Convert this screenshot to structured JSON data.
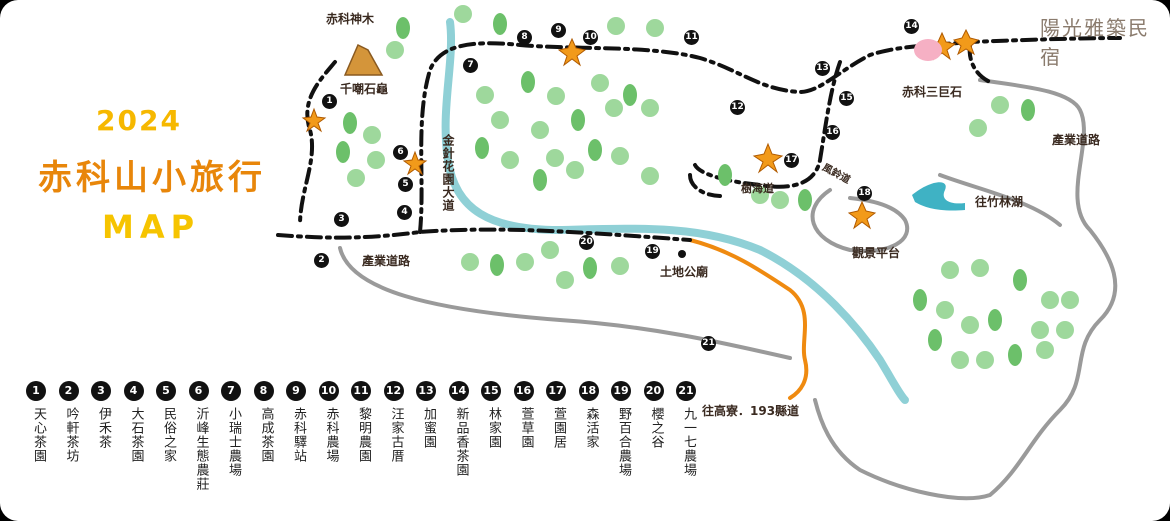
{
  "title": {
    "year": "2024",
    "main": "赤科山小旅行",
    "map": "MAP"
  },
  "brand": "陽光雅築民宿",
  "places": {
    "chike_shenmu": "赤科神木",
    "qianchao_shigui": "千嘲石龜",
    "jinzhen_avenue": "金針花園大道",
    "industry_road_1": "產業道路",
    "industry_road_2": "產業道路",
    "shuhai_trail": "樹海道",
    "fengling_trail": "風鈴道",
    "guanjing_platform": "觀景平台",
    "chike_sanjushi": "赤科三巨石",
    "to_zhulin_lake": "往竹林湖",
    "tudigong_temple": "土地公廟",
    "to_gaoliao": "往高寮．193縣道"
  },
  "legend": [
    {
      "n": "1",
      "name": "天心茶園"
    },
    {
      "n": "2",
      "name": "吟軒茶坊"
    },
    {
      "n": "3",
      "name": "伊禾茶"
    },
    {
      "n": "4",
      "name": "大石茶園"
    },
    {
      "n": "5",
      "name": "民俗之家"
    },
    {
      "n": "6",
      "name": "沂峰生態農莊"
    },
    {
      "n": "7",
      "name": "小瑞士農場"
    },
    {
      "n": "8",
      "name": "高成茶園"
    },
    {
      "n": "9",
      "name": "赤科驛站"
    },
    {
      "n": "10",
      "name": "赤科農場"
    },
    {
      "n": "11",
      "name": "黎明農園"
    },
    {
      "n": "12",
      "name": "汪家古厝"
    },
    {
      "n": "13",
      "name": "加蜜園"
    },
    {
      "n": "14",
      "name": "新品香茶園"
    },
    {
      "n": "15",
      "name": "林家園"
    },
    {
      "n": "16",
      "name": "萱草園"
    },
    {
      "n": "17",
      "name": "萱園居"
    },
    {
      "n": "18",
      "name": "森活家"
    },
    {
      "n": "19",
      "name": "野百合農場"
    },
    {
      "n": "20",
      "name": "櫻之谷"
    },
    {
      "n": "21",
      "name": "九一七農場"
    }
  ],
  "markers": [
    "1",
    "2",
    "3",
    "4",
    "5",
    "6",
    "7",
    "8",
    "9",
    "10",
    "11",
    "12",
    "13",
    "14",
    "15",
    "16",
    "17",
    "18",
    "19",
    "20",
    "21"
  ],
  "colors": {
    "trail": "#111111",
    "road": "#9a9a9a",
    "river": "#8fd0d6",
    "county_road": "#ef8a10",
    "tree": "#8ed08c",
    "lily": "#f29a1a",
    "title_orange": "#e8860a",
    "title_yellow": "#f6c400",
    "lake": "#3fb2c4"
  },
  "icons": [
    "tree-icon",
    "lily-flower-icon",
    "rock-icon",
    "temple-dot-icon",
    "lake-icon"
  ]
}
